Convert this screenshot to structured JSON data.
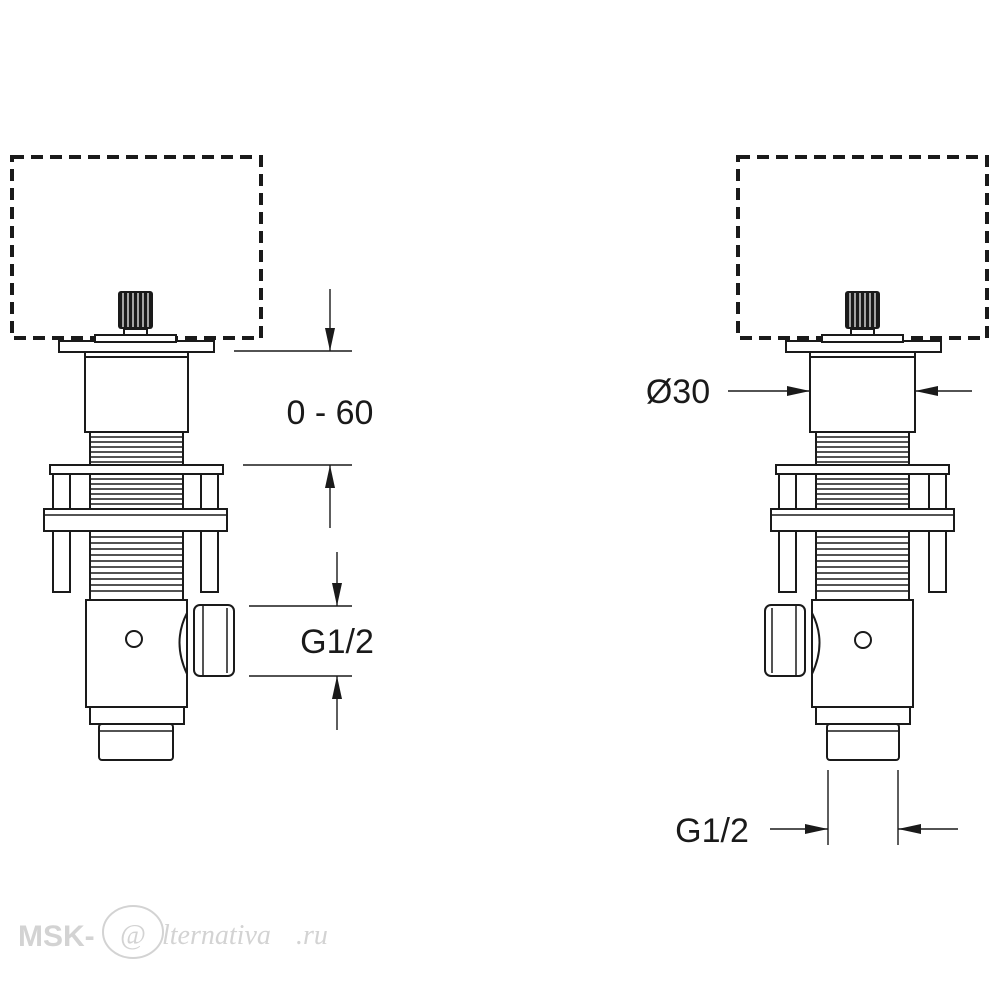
{
  "dimensions": {
    "installation_depth": "0 - 60",
    "thread_side_outlet": "G1/2",
    "diameter": "Ø30",
    "thread_bottom_outlet": "G1/2"
  },
  "watermark": {
    "prefix": "MSK-",
    "at_glyph": "@",
    "suffix": "lternativa",
    "tld": ".ru"
  },
  "colors": {
    "line": "#1a1a1a",
    "background": "#ffffff",
    "watermark": "#d3d3d3"
  }
}
